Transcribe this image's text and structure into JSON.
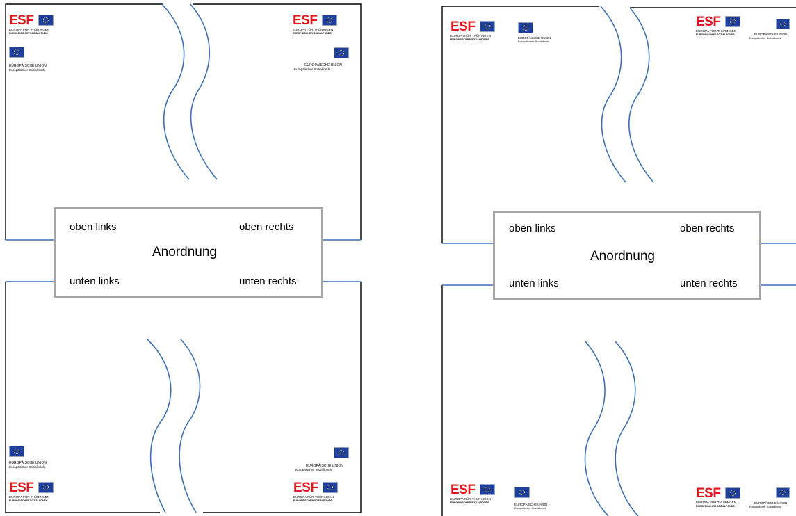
{
  "labels": {
    "top_left": "oben links",
    "top_right": "oben rechts",
    "center": "Anordnung",
    "bottom_left": "unten links",
    "bottom_right": "unten rechts"
  },
  "esf_logo": {
    "word": "ESF",
    "line1": "EUROPA FÜR THÜRINGEN",
    "line2": "EUROPÄISCHER SOZIALFONDS",
    "word_color": "#e2161e",
    "flag_color": "#1f3f9c",
    "star_color": "#ffcc00"
  },
  "eu_logo": {
    "line1": "EUROPÄISCHE UNION",
    "line2": "Europäischer Sozialfonds"
  },
  "colors": {
    "wave_line": "#3c6fb3",
    "box_border": "#a6a6a6",
    "panel_border": "#000000"
  }
}
